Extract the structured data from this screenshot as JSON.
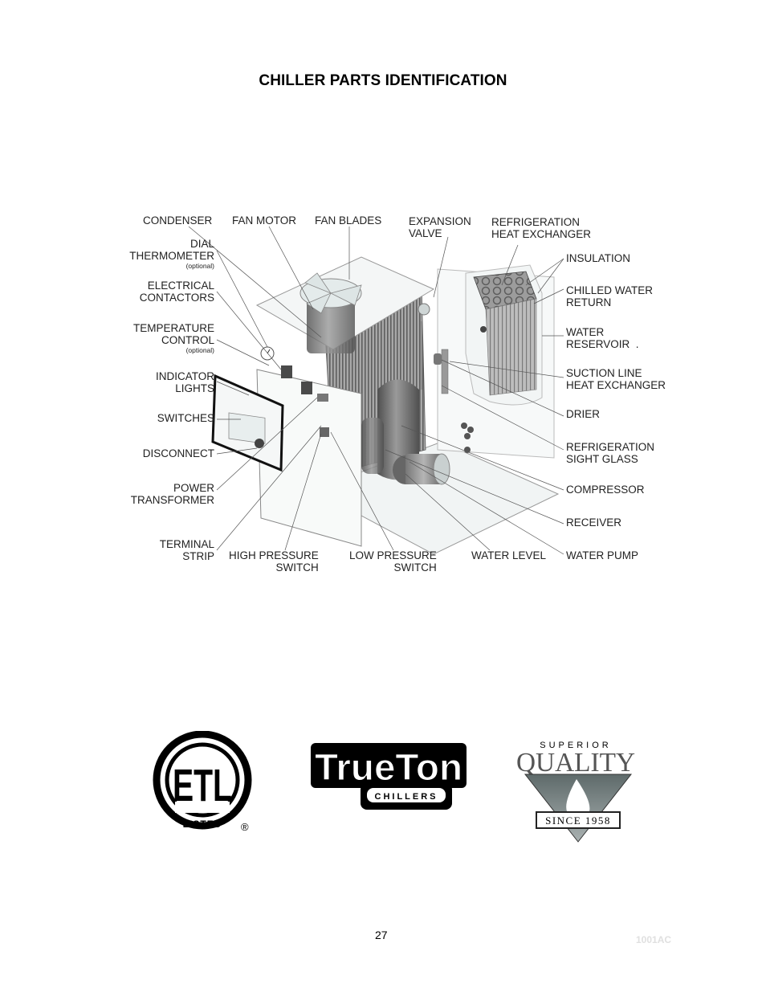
{
  "page": {
    "title": "CHILLER PARTS IDENTIFICATION",
    "page_number": "27",
    "doc_id": "1001AC"
  },
  "diagram": {
    "labels_top": [
      {
        "id": "condenser",
        "lines": [
          "CONDENSER"
        ]
      },
      {
        "id": "fan-motor",
        "lines": [
          "FAN MOTOR"
        ]
      },
      {
        "id": "fan-blades",
        "lines": [
          "FAN BLADES"
        ]
      },
      {
        "id": "expansion-valve",
        "lines": [
          "EXPANSION",
          "VALVE"
        ]
      },
      {
        "id": "refrigeration-heat-exchanger",
        "lines": [
          "REFRIGERATION",
          "HEAT EXCHANGER"
        ]
      }
    ],
    "labels_left": [
      {
        "id": "dial-thermometer",
        "lines": [
          "DIAL",
          "THERMOMETER"
        ],
        "note": "(optional)"
      },
      {
        "id": "electrical-contactors",
        "lines": [
          "ELECTRICAL",
          "CONTACTORS"
        ]
      },
      {
        "id": "temperature-control",
        "lines": [
          "TEMPERATURE",
          "CONTROL"
        ],
        "note": "(optional)"
      },
      {
        "id": "indicator-lights",
        "lines": [
          "INDICATOR",
          "LIGHTS"
        ]
      },
      {
        "id": "switches",
        "lines": [
          "SWITCHES"
        ]
      },
      {
        "id": "disconnect",
        "lines": [
          "DISCONNECT"
        ]
      },
      {
        "id": "power-transformer",
        "lines": [
          "POWER",
          "TRANSFORMER"
        ]
      },
      {
        "id": "terminal-strip",
        "lines": [
          "TERMINAL",
          "STRIP"
        ]
      }
    ],
    "labels_bottom": [
      {
        "id": "high-pressure-switch",
        "lines": [
          "HIGH PRESSURE",
          "SWITCH"
        ]
      },
      {
        "id": "low-pressure-switch",
        "lines": [
          "LOW PRESSURE",
          "SWITCH"
        ]
      },
      {
        "id": "water-level",
        "lines": [
          "WATER LEVEL"
        ]
      }
    ],
    "labels_right": [
      {
        "id": "insulation",
        "lines": [
          "INSULATION"
        ]
      },
      {
        "id": "chilled-water-return",
        "lines": [
          "CHILLED WATER",
          "RETURN"
        ]
      },
      {
        "id": "water-reservoir",
        "lines": [
          "WATER",
          "RESERVOIR  ."
        ]
      },
      {
        "id": "suction-line-heat-exchanger",
        "lines": [
          "SUCTION LINE",
          "HEAT EXCHANGER"
        ]
      },
      {
        "id": "drier",
        "lines": [
          "DRIER"
        ]
      },
      {
        "id": "refrigeration-sight-glass",
        "lines": [
          "REFRIGERATION",
          "SIGHT GLASS"
        ]
      },
      {
        "id": "compressor",
        "lines": [
          "COMPRESSOR"
        ]
      },
      {
        "id": "receiver",
        "lines": [
          "RECEIVER"
        ]
      },
      {
        "id": "water-pump",
        "lines": [
          "WATER PUMP"
        ]
      }
    ]
  },
  "logos": {
    "etl": {
      "letters": "ETL",
      "caption": "LISTED",
      "mark": "®"
    },
    "trueton": {
      "name": "TrueTon",
      "subtitle": "CHILLERS"
    },
    "quality": {
      "top": "SUPERIOR",
      "main": "QUALITY",
      "since": "SINCE 1958"
    }
  },
  "colors": {
    "text": "#000000",
    "label": "#222222",
    "line": "#555555",
    "doc_id": "#e0e0e0",
    "quality_gray": "#7f8a8a"
  }
}
